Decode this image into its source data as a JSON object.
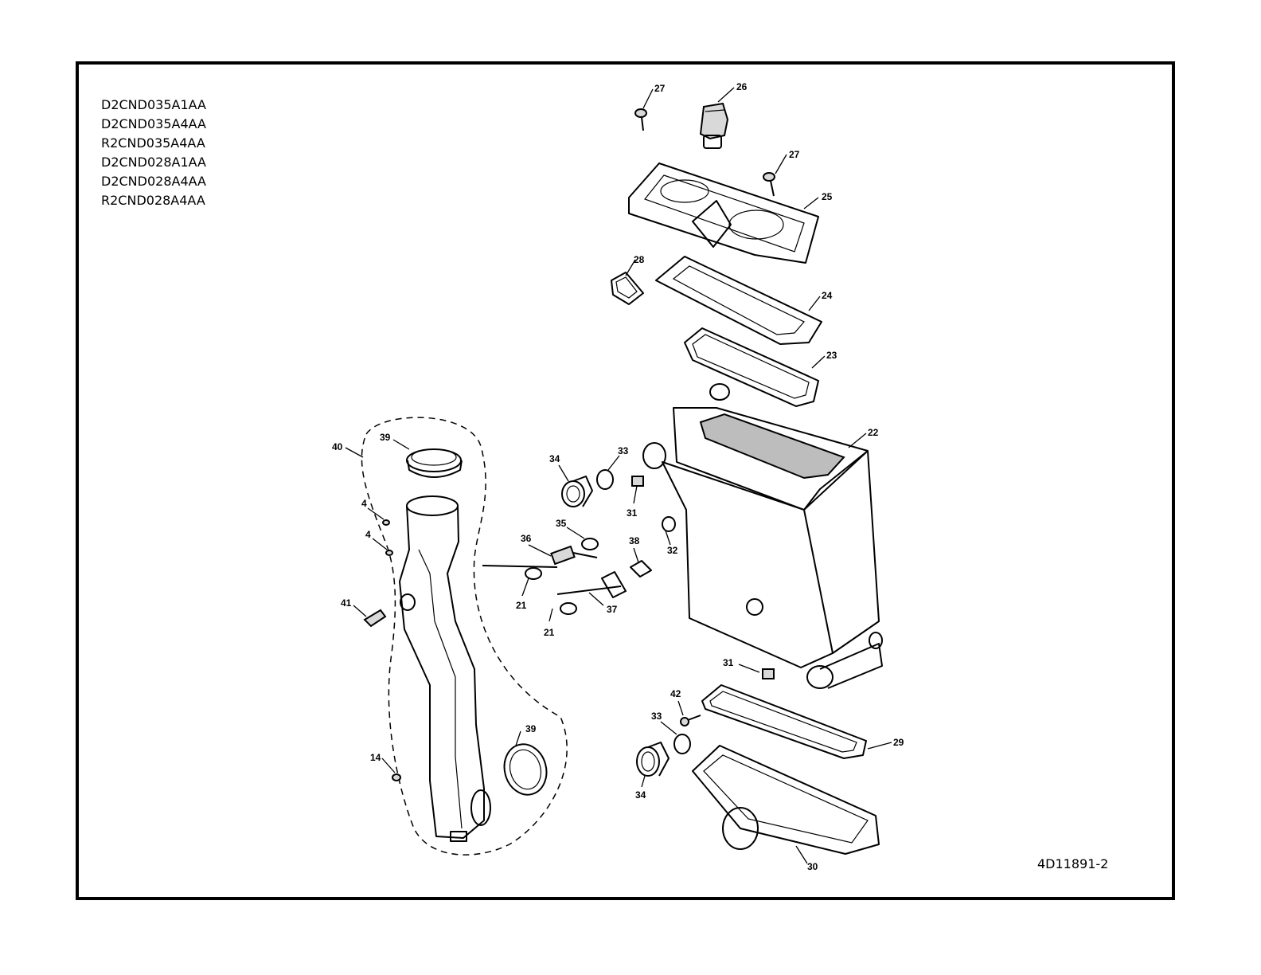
{
  "models": [
    "D2CND035A1AA",
    "D2CND035A4AA",
    "R2CND035A4AA",
    "D2CND028A1AA",
    "D2CND028A4AA",
    "R2CND028A4AA"
  ],
  "drawing_number": "4D11891-2",
  "callouts": [
    {
      "id": "c27a",
      "text": "27"
    },
    {
      "id": "c26",
      "text": "26"
    },
    {
      "id": "c27b",
      "text": "27"
    },
    {
      "id": "c25",
      "text": "25"
    },
    {
      "id": "c28",
      "text": "28"
    },
    {
      "id": "c24",
      "text": "24"
    },
    {
      "id": "c23",
      "text": "23"
    },
    {
      "id": "c22",
      "text": "22"
    },
    {
      "id": "c40",
      "text": "40"
    },
    {
      "id": "c39a",
      "text": "39"
    },
    {
      "id": "c4a",
      "text": "4"
    },
    {
      "id": "c4b",
      "text": "4"
    },
    {
      "id": "c41",
      "text": "41"
    },
    {
      "id": "c14",
      "text": "14"
    },
    {
      "id": "c39b",
      "text": "39"
    },
    {
      "id": "c34a",
      "text": "34"
    },
    {
      "id": "c33a",
      "text": "33"
    },
    {
      "id": "c31a",
      "text": "31"
    },
    {
      "id": "c35",
      "text": "35"
    },
    {
      "id": "c36",
      "text": "36"
    },
    {
      "id": "c38",
      "text": "38"
    },
    {
      "id": "c32",
      "text": "32"
    },
    {
      "id": "c21a",
      "text": "21"
    },
    {
      "id": "c21b",
      "text": "21"
    },
    {
      "id": "c37",
      "text": "37"
    },
    {
      "id": "c31b",
      "text": "31"
    },
    {
      "id": "c42",
      "text": "42"
    },
    {
      "id": "c33b",
      "text": "33"
    },
    {
      "id": "c29",
      "text": "29"
    },
    {
      "id": "c34b",
      "text": "34"
    },
    {
      "id": "c30",
      "text": "30"
    }
  ]
}
